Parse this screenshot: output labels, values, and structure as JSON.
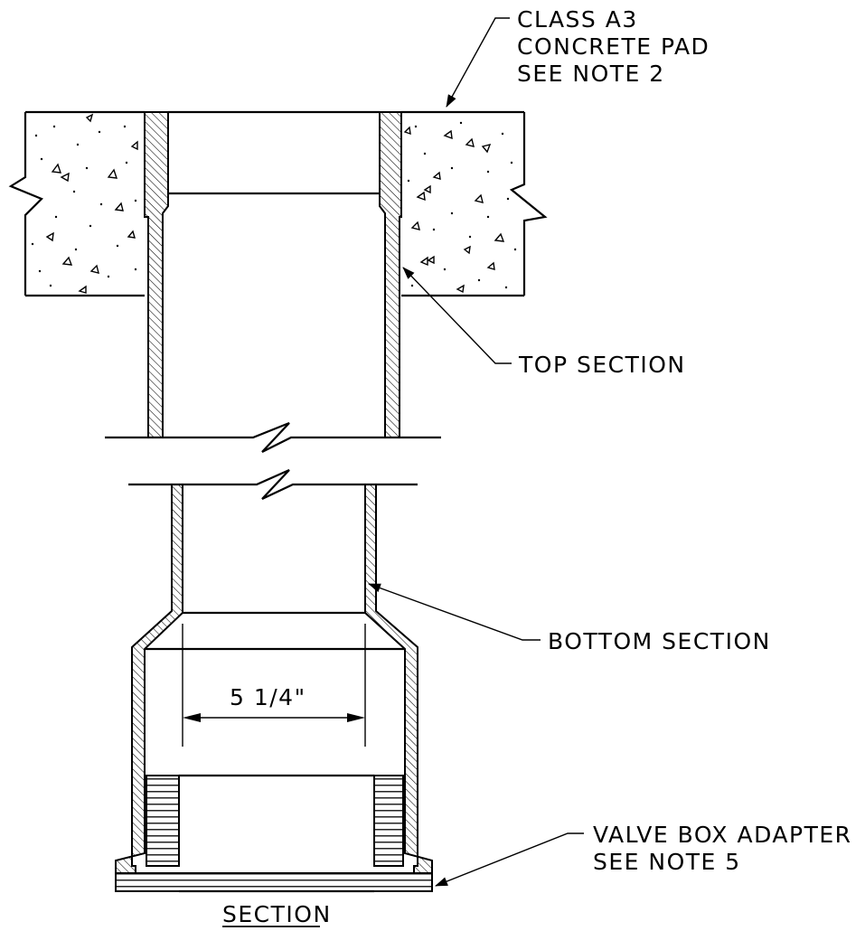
{
  "labels": {
    "pad_line1": "CLASS A3",
    "pad_line2": "CONCRETE PAD",
    "pad_line3": "SEE NOTE 2",
    "top_section": "TOP SECTION",
    "bottom_section": "BOTTOM SECTION",
    "dimension": "5 1/4\"",
    "adapter_line1": "VALVE BOX ADAPTER",
    "adapter_line2": "SEE NOTE 5",
    "section_title": "SECTION"
  },
  "colors": {
    "line": "#000000",
    "background": "#ffffff"
  }
}
